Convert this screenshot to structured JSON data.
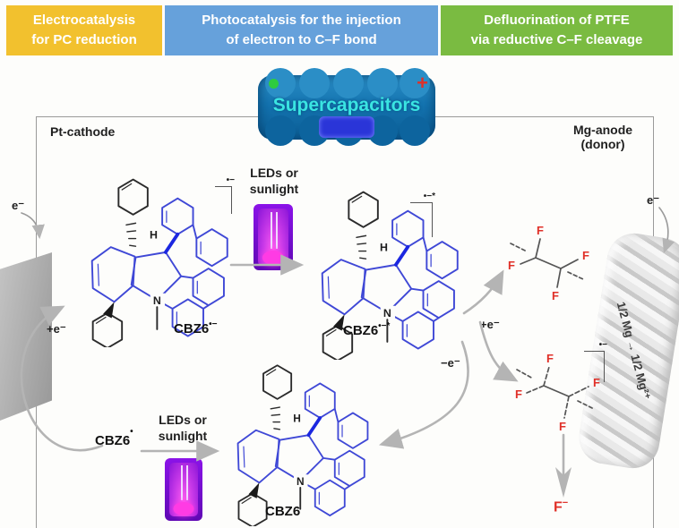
{
  "headers": {
    "box1": {
      "line1": "Electrocatalysis",
      "line2": "for PC reduction",
      "color": "#F2C12E"
    },
    "box2": {
      "line1": "Photocatalysis for the injection",
      "line2": "of electron to C–F bond",
      "color": "#66A1DB"
    },
    "box3": {
      "line1": "Defluorination of PTFE",
      "line2": "via reductive C–F cleavage",
      "color": "#7ABB41"
    }
  },
  "supercapacitor": {
    "label": "Supercapacitors",
    "plus_terminal": "+",
    "body_color": "#1474b0",
    "text_color": "#3ae4e2"
  },
  "electrodes": {
    "cathode_label": "Pt-cathode",
    "anode_label_line1": "Mg-anode",
    "anode_label_line2": "(donor)",
    "mg_oxidation_text": "1/2 Mg → 1/2 Mg²⁺"
  },
  "electron_labels": {
    "e_top_left": "e⁻",
    "e_top_right": "e⁻",
    "plus_e_cathode": "+e⁻",
    "plus_e_ptfe": "+e⁻",
    "minus_e": "−e⁻"
  },
  "photo": {
    "line1": "LEDs or",
    "line2": "sunlight"
  },
  "species": {
    "mol1_name": "CBZ6",
    "mol1_sup": "•−",
    "mol2_name": "CBZ6",
    "mol2_sup": "•−*",
    "mol3_name": "CBZ6",
    "radical_name": "CBZ6",
    "radical_sup": "•",
    "fluoride_name": "F",
    "fluoride_sup": "−"
  },
  "brackets": {
    "mol1": "•−",
    "mol2": "•−*",
    "ptfe2": "•−"
  },
  "atoms": {
    "h": "H",
    "n": "N",
    "f": "F"
  },
  "colors": {
    "accent_blue_bond": "#3f48d6",
    "fluorine_red": "#e03028",
    "arrow_gray": "#b4b4b4"
  }
}
